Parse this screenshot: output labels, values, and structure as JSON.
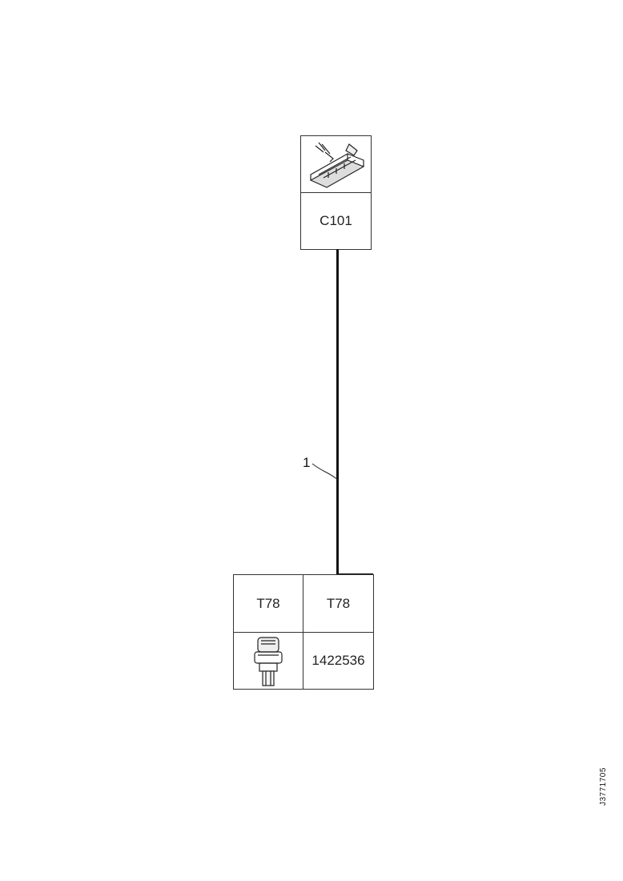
{
  "upper_connector": {
    "code": "C101"
  },
  "wire": {
    "label": "1"
  },
  "lower_connector": {
    "left_code": "T78",
    "right_code": "T78",
    "part_number": "1422536"
  },
  "document_id": "J3771705"
}
